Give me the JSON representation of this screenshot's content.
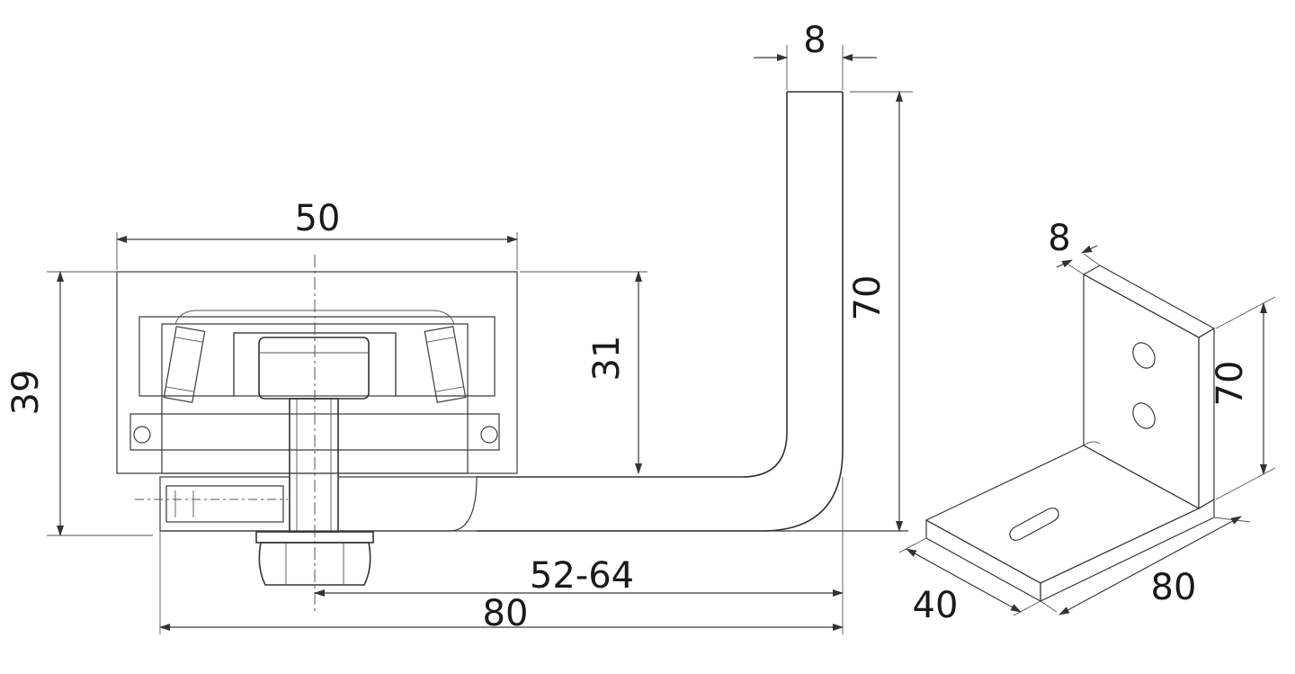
{
  "drawing": {
    "dimensions": {
      "top_width_8": "8",
      "height_70": "70",
      "width_50": "50",
      "height_39": "39",
      "height_31": "31",
      "adjust_52_64": "52-64",
      "length_80": "80",
      "iso_thickness_8": "8",
      "iso_height_70": "70",
      "iso_depth_40": "40",
      "iso_length_80": "80"
    }
  }
}
